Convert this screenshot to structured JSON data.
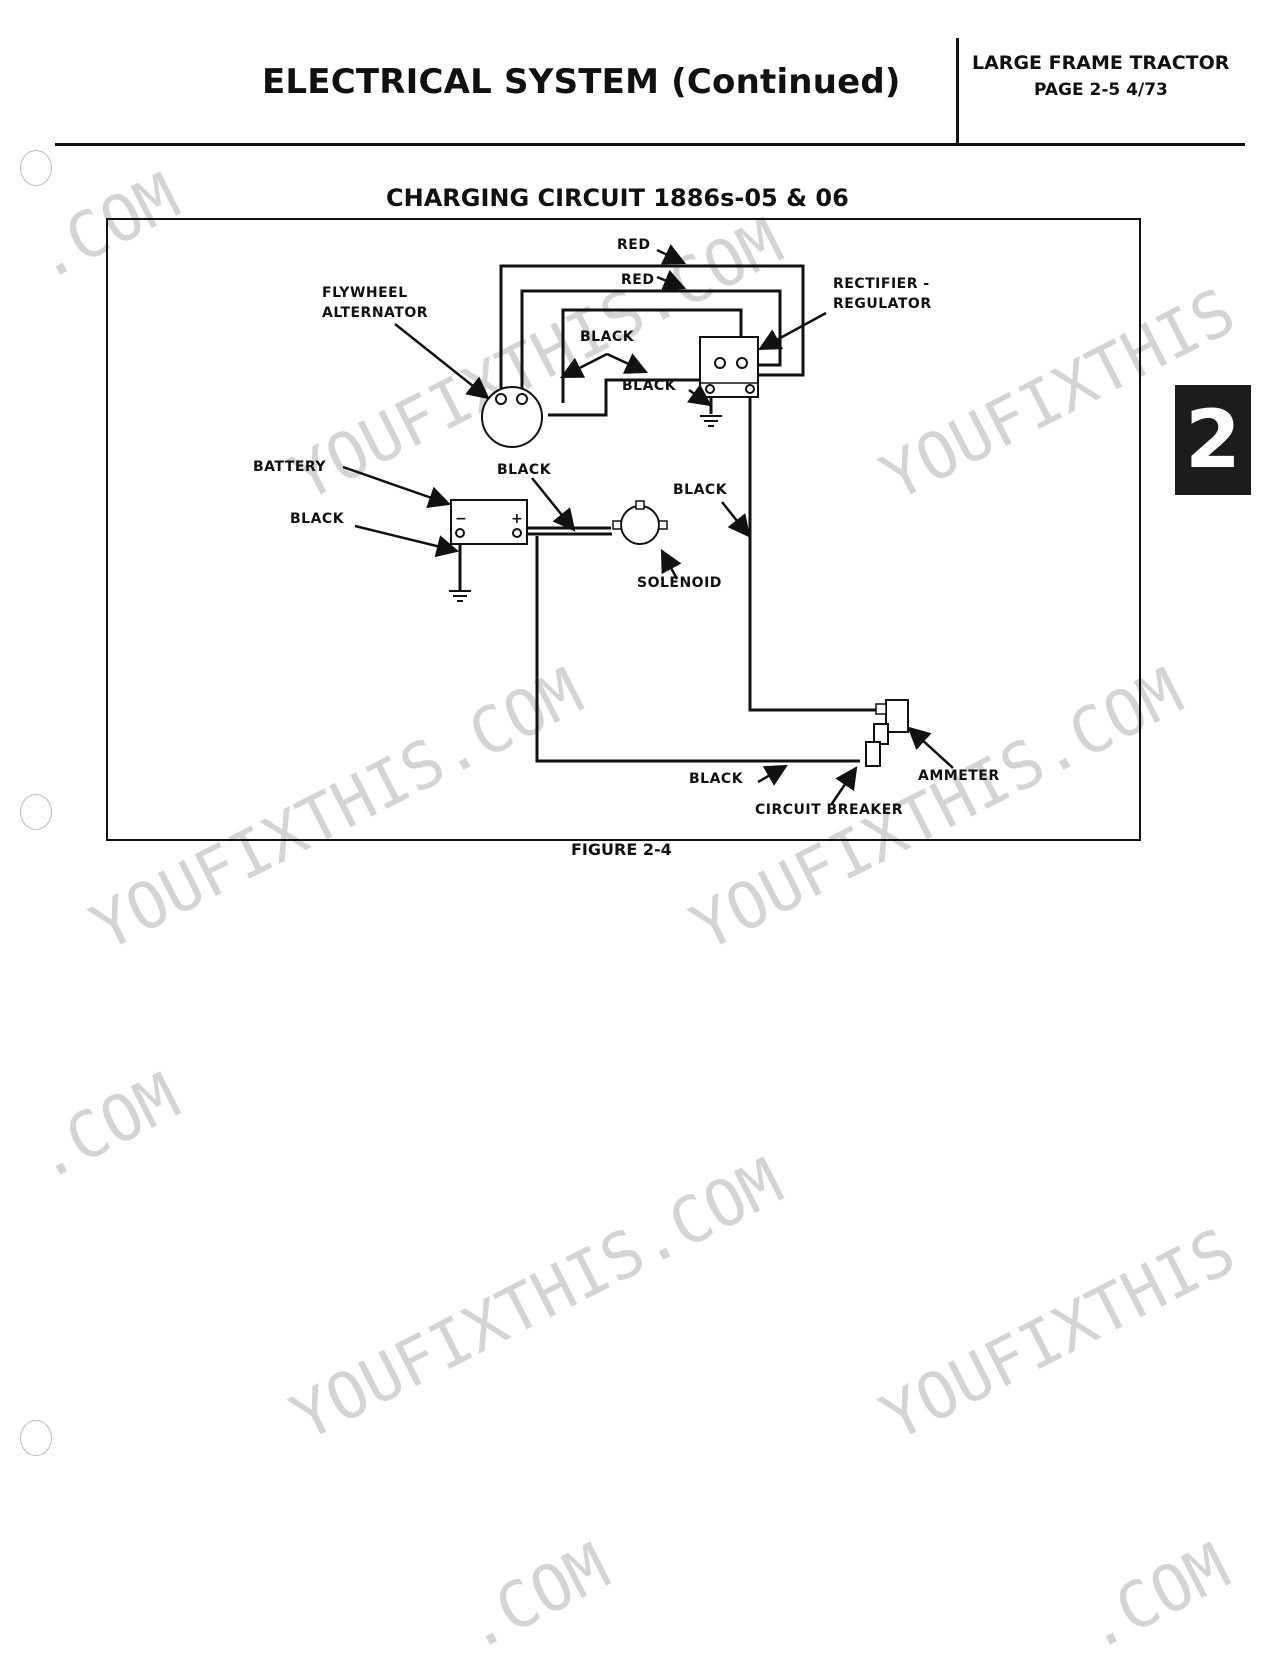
{
  "header": {
    "title": "ELECTRICAL SYSTEM (Continued)",
    "doc_name": "LARGE FRAME TRACTOR",
    "page_ref": "PAGE 2-5  4/73"
  },
  "section_tab": "2",
  "figure": {
    "title": "CHARGING CIRCUIT 1886s-05 & 06",
    "caption": "FIGURE 2-4",
    "labels": {
      "red_1": "RED",
      "red_2": "RED",
      "flywheel_alternator_1": "FLYWHEEL",
      "flywheel_alternator_2": "ALTERNATOR",
      "rectifier_regulator_1": "RECTIFIER -",
      "rectifier_regulator_2": "REGULATOR",
      "black_1": "BLACK",
      "black_2": "BLACK",
      "battery": "BATTERY",
      "black_3": "BLACK",
      "black_4": "BLACK",
      "black_5": "BLACK",
      "solenoid": "SOLENOID",
      "black_6": "BLACK",
      "ammeter": "AMMETER",
      "circuit_breaker": "CIRCUIT BREAKER"
    }
  },
  "watermark": {
    "text_short": ".COM",
    "text_long": "YOUFIXTHIS.COM",
    "text_mid": "YOUFIXTHIS"
  }
}
